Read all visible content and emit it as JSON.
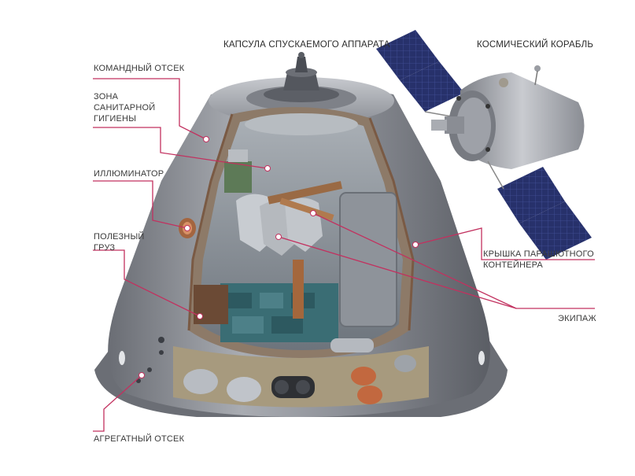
{
  "labels": {
    "capsule": "КАПСУЛА СПУСКАЕМОГО АППАРАТА",
    "spaceship": "КОСМИЧЕСКИЙ КОРАБЛЬ",
    "command_module": "КОМАНДНЫЙ ОТСЕК",
    "hygiene_zone": "ЗОНА\nСАНИТАРНОЙ\nГИГИЕНЫ",
    "porthole": "ИЛЛЮМИНАТОР",
    "payload": "ПОЛЕЗНЫЙ\nГРУЗ",
    "parachute_cover": "КРЫШКА ПАРАШЮТНОГО\nКОНТЕЙНЕРА",
    "crew": "ЭКИПАЖ",
    "aggregate_module": "АГРЕГАТНЫЙ ОТСЕК"
  },
  "colors": {
    "leader_line": "#c2315f",
    "hull": "#8c8f96",
    "hull_dark": "#5d6067",
    "hull_light": "#b9bcc2",
    "interior": "#6e7a86",
    "solar_panel": "#2a3570"
  }
}
